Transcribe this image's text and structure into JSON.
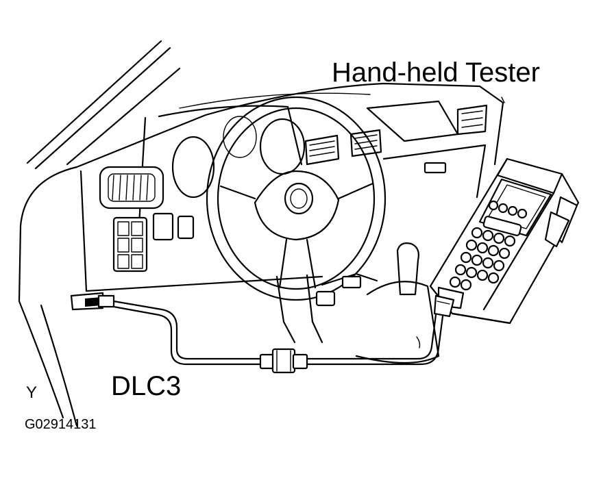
{
  "labels": {
    "tester": "Hand-held  Tester",
    "connector": "DLC3",
    "view_marker": "Y",
    "figure_id": "G02914131"
  }
}
